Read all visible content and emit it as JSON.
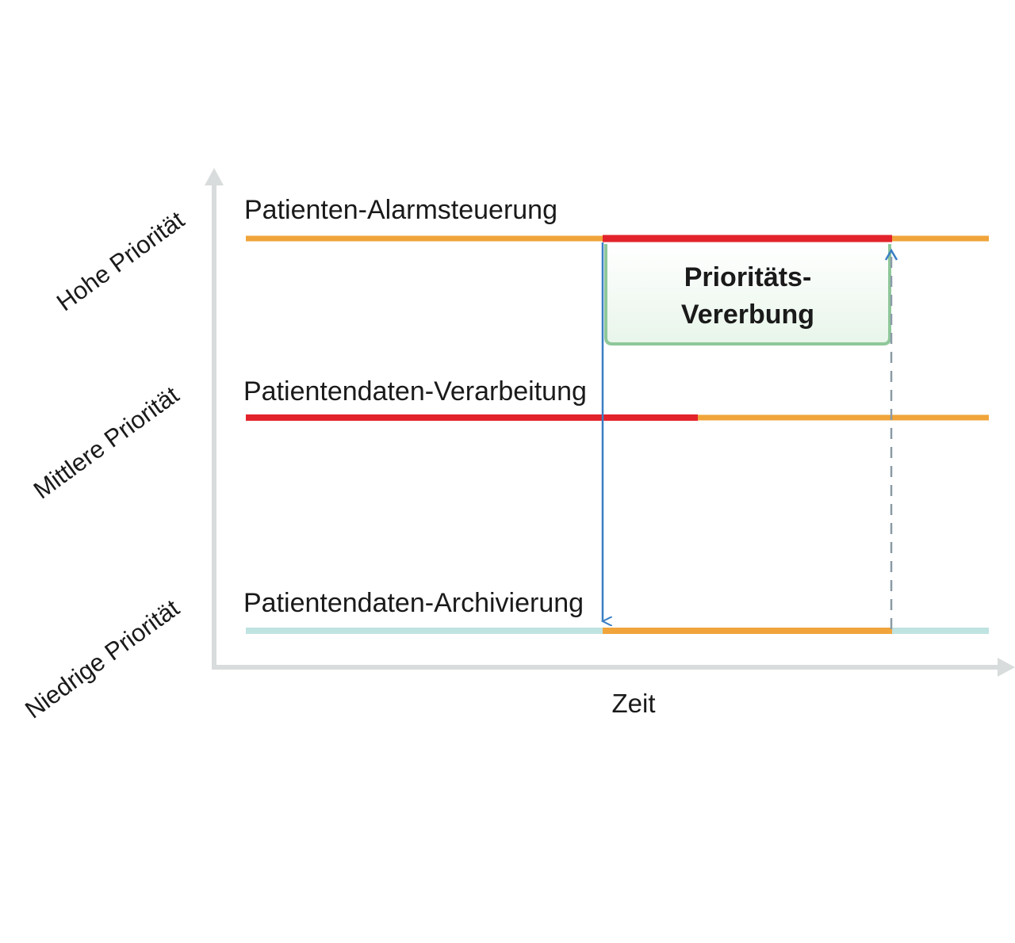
{
  "diagram": {
    "x_axis_label": "Zeit",
    "priority_levels": [
      {
        "label": "Hohe Priorität"
      },
      {
        "label": "Mittlere Priorität"
      },
      {
        "label": "Niedrige Priorität"
      }
    ],
    "tasks": [
      {
        "label": "Patienten-Alarmsteuerung"
      },
      {
        "label": "Patientendaten-Verarbeitung"
      },
      {
        "label": "Patientendaten-Archivierung"
      }
    ],
    "inheritance_box": {
      "line1": "Prioritäts-",
      "line2": "Vererbung"
    },
    "colors": {
      "axis": "#d9dcdc",
      "running": "#e3232b",
      "ready": "#f0a43a",
      "idle": "#bfe3e1",
      "arrow": "#3a7fc4",
      "dashed_arrow": "#8a9aa6",
      "box_border": "#8fc89a"
    }
  }
}
